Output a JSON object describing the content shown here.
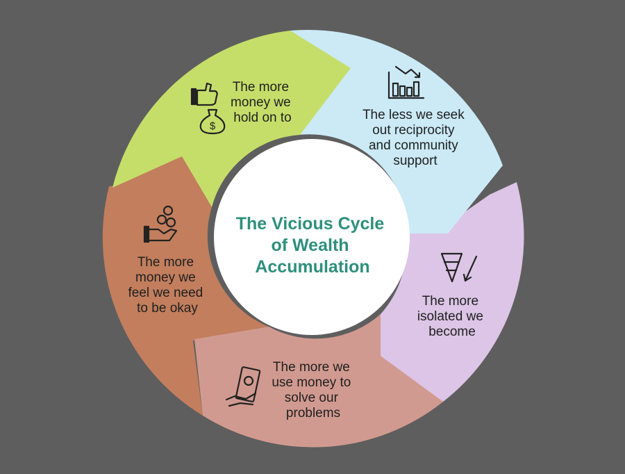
{
  "center": {
    "lines": [
      "The Vicious Cycle",
      "of Wealth",
      "Accumulation"
    ]
  },
  "colors": {
    "background": "#5e5e5e",
    "green": "#c5de6a",
    "blue": "#cbeaf6",
    "purple": "#dcc5e6",
    "pink": "#d19a90",
    "brown": "#c27e5d",
    "center_fill": "#ffffff",
    "title_color": "#2e8f7c"
  },
  "segments": [
    {
      "key": "hold",
      "icon": "money-bag-thumbs-up-icon",
      "lines": [
        "The more",
        "money we",
        "hold on to"
      ]
    },
    {
      "key": "reciprocity",
      "icon": "declining-bar-chart-icon",
      "lines": [
        "The less we seek",
        "out reciprocity",
        "and community",
        "support"
      ]
    },
    {
      "key": "isolated",
      "icon": "funnel-down-arrow-icon",
      "lines": [
        "The more",
        "isolated we",
        "become"
      ]
    },
    {
      "key": "solve",
      "icon": "hand-holding-money-icon",
      "lines": [
        "The more we",
        "use money to",
        "solve our",
        "problems"
      ]
    },
    {
      "key": "need",
      "icon": "hand-with-coins-icon",
      "lines": [
        "The more",
        "money we",
        "feel we need",
        "to be okay"
      ]
    }
  ]
}
